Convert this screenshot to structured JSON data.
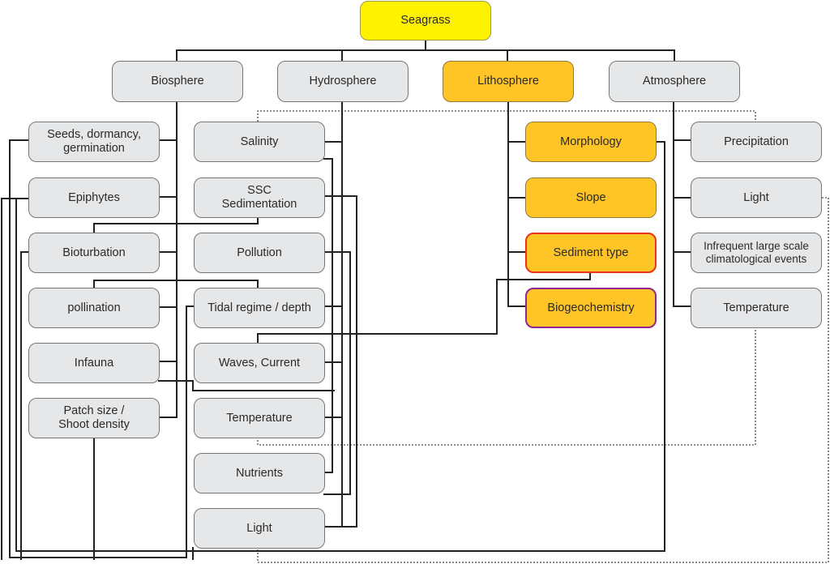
{
  "diagram": {
    "root": "Seagrass",
    "categories": {
      "biosphere": "Biosphere",
      "hydrosphere": "Hydrosphere",
      "lithosphere": "Lithosphere",
      "atmosphere": "Atmosphere"
    },
    "biosphere_items": {
      "seeds": "Seeds, dormancy,\ngermination",
      "epiphytes": "Epiphytes",
      "bioturbation": "Bioturbation",
      "pollination": "pollination",
      "infauna": "Infauna",
      "patch": "Patch size /\nShoot density"
    },
    "hydrosphere_items": {
      "salinity": "Salinity",
      "ssc": "SSC\nSedimentation",
      "pollution": "Pollution",
      "tidal": "Tidal regime / depth",
      "waves": "Waves, Current",
      "temperature": "Temperature",
      "nutrients": "Nutrients",
      "light": "Light"
    },
    "lithosphere_items": {
      "morphology": "Morphology",
      "slope": "Slope",
      "sediment": "Sediment  type",
      "biogeochemistry": "Biogeochemistry"
    },
    "atmosphere_items": {
      "precipitation": "Precipitation",
      "light": "Light",
      "climate": "Infrequent large scale\nclimatological events",
      "temperature": "Temperature"
    },
    "colors": {
      "root_fill": "#fff200",
      "lithosphere_fill": "#ffc425",
      "box_fill": "#e6e7e8",
      "sediment_border": "#e8341c",
      "biogeochemistry_border": "#92278f",
      "line": "#222222"
    }
  }
}
